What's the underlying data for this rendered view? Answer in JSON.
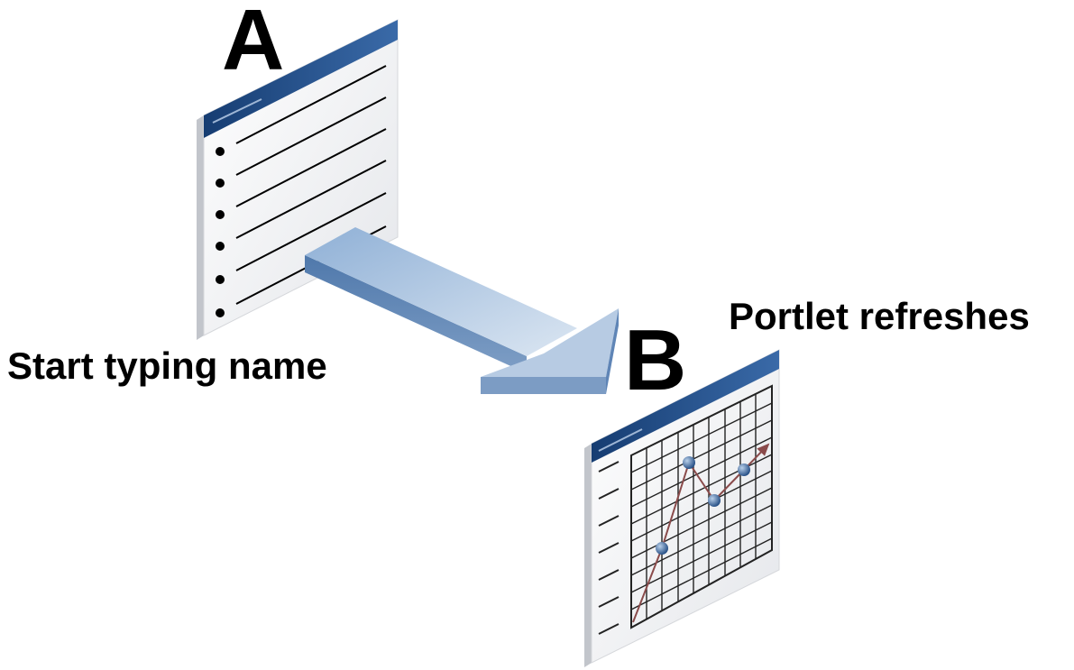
{
  "labels": {
    "page_a_letter": "A",
    "page_b_letter": "B",
    "page_a_caption": "Start typing name",
    "page_b_caption": "Portlet refreshes"
  },
  "colors": {
    "header_blue": "#1f4e8c",
    "page_face": "#f4f5f7",
    "page_edge": "#b9bcc2",
    "arrow_light": "#c6d6e9",
    "arrow_dark": "#5b82b3",
    "chart_line": "#8a4b4b",
    "chart_marker": "#2f5f97",
    "grid_line": "#222222"
  },
  "icons": {
    "page_a": "bulleted-list-document-icon",
    "page_b": "line-chart-document-icon",
    "connector": "flow-arrow-icon"
  }
}
